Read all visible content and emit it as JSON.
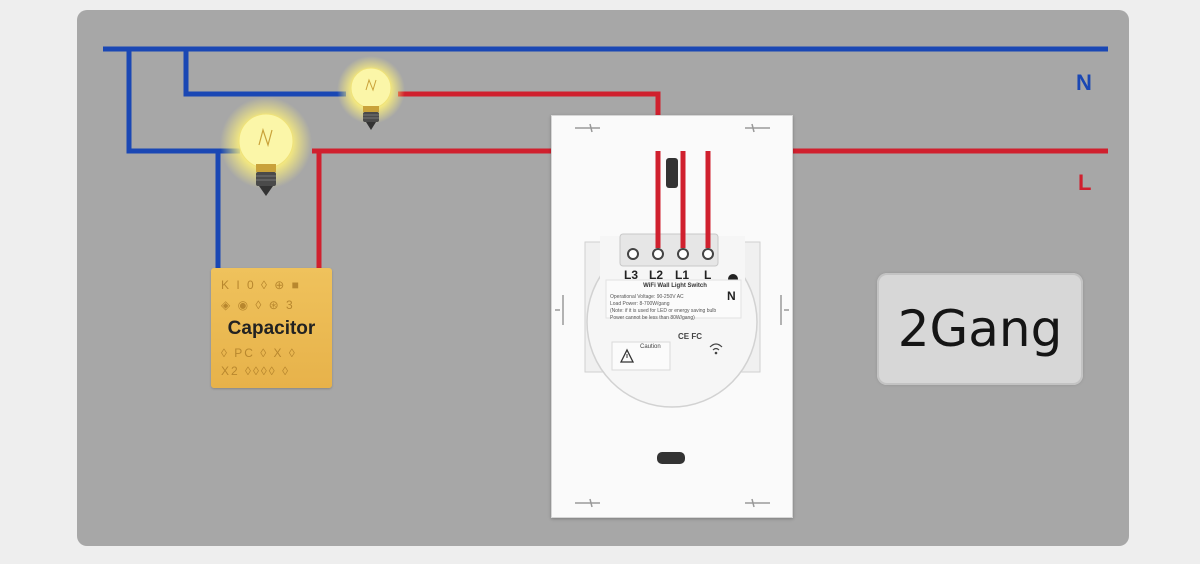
{
  "colors": {
    "neutral_wire": "#1a47b4",
    "live_wire": "#d0202e",
    "panel_background": "#a7a7a7",
    "capacitor": "#e9b54f"
  },
  "lines": {
    "neutral_label": "N",
    "live_label": "L"
  },
  "badge": {
    "text": "2Gang"
  },
  "capacitor": {
    "label": "Capacitor",
    "print_top": "K I 0 ◊ ⊕ ■",
    "print_mid": "◈ ◉ ◊ ⊛ 3",
    "print_bottom": "◊ PC ◊ X ◊",
    "print_last": "X2 ◊◊◊◊ ◊"
  },
  "switch": {
    "terminals": [
      "L3",
      "L2",
      "L1",
      "L"
    ],
    "neutral_terminal": "N",
    "module_title": "WiFi Wall Light Switch",
    "spec_lines": [
      "Operational Voltage: 90-250V AC",
      "Load Power: 8-700W/gang",
      "(Note: if it is used for LED or energy saving bulb",
      "Power cannot be less than 80W/gang)"
    ],
    "caution_text": "Caution",
    "cert_text": "CE FC"
  },
  "bulbs": [
    "bulb-1",
    "bulb-2"
  ]
}
